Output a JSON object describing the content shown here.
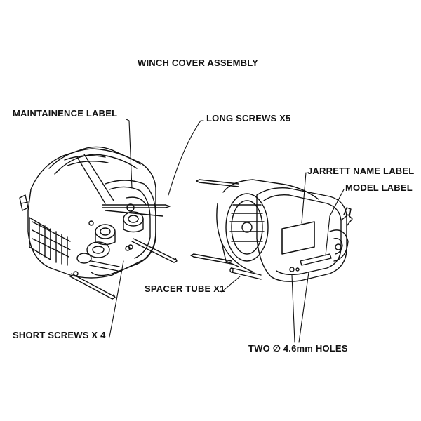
{
  "title": "WINCH COVER ASSEMBLY",
  "labels": {
    "maintainence_label": "MAINTAINENCE LABEL",
    "long_screws": "LONG SCREWS X5",
    "jarrett_name_label": "JARRETT NAME LABEL",
    "model_label": "MODEL LABEL",
    "spacer_tube": "SPACER TUBE X1",
    "short_screws": "SHORT SCREWS X 4",
    "two_holes": "TWO ∅ 4.6mm HOLES"
  },
  "colors": {
    "line": "#111111",
    "background": "#ffffff"
  }
}
